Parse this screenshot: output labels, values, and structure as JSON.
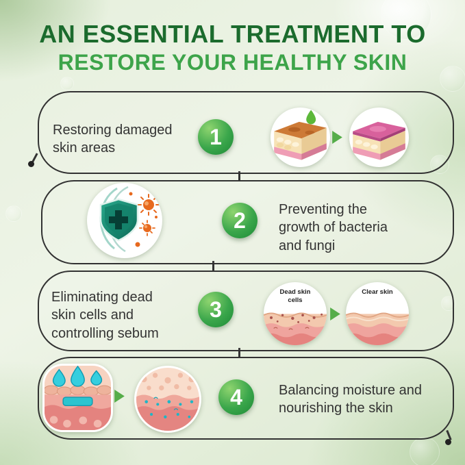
{
  "title": {
    "line1": "AN ESSENTIAL TREATMENT TO",
    "line2": "RESTORE YOUR HEALTHY SKIN"
  },
  "steps": [
    {
      "number": "1",
      "label": "Restoring damaged skin areas"
    },
    {
      "number": "2",
      "label": "Preventing the growth of bacteria and fungi"
    },
    {
      "number": "3",
      "label": "Eliminating dead skin cells and controlling sebum",
      "before_label": "Dead skin cells",
      "after_label": "Clear skin"
    },
    {
      "number": "4",
      "label": "Balancing moisture and nourishing the skin"
    }
  ],
  "colors": {
    "title_dark_green": "#1b6b2d",
    "title_light_green": "#3da44a",
    "number_badge_green": "#2e9a42",
    "arrow_green": "#55ad49",
    "panel_border": "#323232",
    "background_green": "#dbe9cf",
    "shield_teal": "#14826b",
    "bacteria_orange": "#e7691e",
    "moisture_teal": "#2cc4cf",
    "skin_pink": "#efa49e"
  }
}
